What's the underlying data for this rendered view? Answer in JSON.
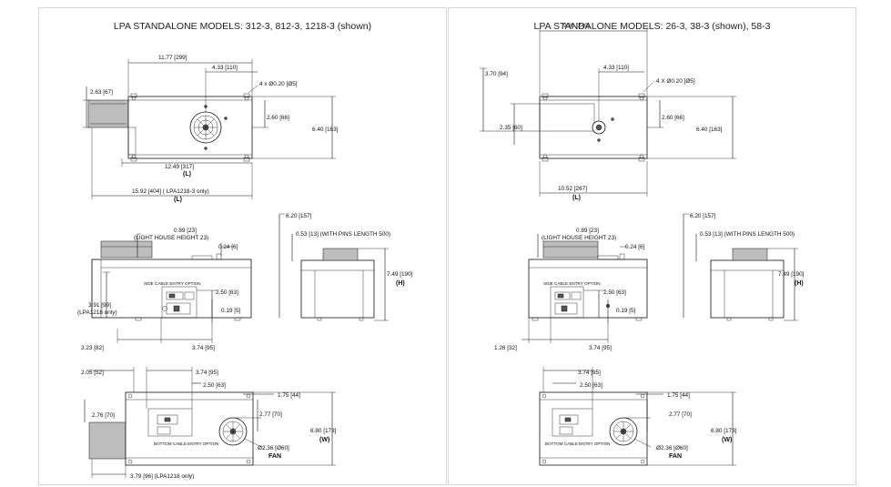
{
  "left": {
    "title": "LPA STANDALONE MODELS: 312-3, 812-3, 1218-3 (shown)",
    "top_view": {
      "width_dim": "11.77 [299]",
      "center_dim": "4.33 [110]",
      "holes": "4 x Ø0.20 [Ø5]",
      "left_dim": "2.63 [67]",
      "right_dim": "2.60 [66]",
      "height_dim": "6.40 [163]",
      "length_dim": "12.49 [317]",
      "length_label": "(L)",
      "overall_dim": "15.92 [404] ( LPA1218-3 only)",
      "overall_label": "(L)"
    },
    "front_view": {
      "lh_dim": "0.89 [23]",
      "lh_note": "(LIGHT HOUSE HEIGHT 23)",
      "top_dim": "0.24 [6]",
      "side_entry": "SIDE CABLE ENTRY OPTION",
      "conn_dim": "2.50 [63]",
      "foot_dim": "0.19 [5]",
      "left_dim": "3.91 [99]",
      "left_note": "(LPA1218 only)",
      "bottom_left": "3.23 [82]",
      "bottom_right": "3.74 [95]"
    },
    "side_view": {
      "top_dim": "6.20 [157]",
      "pins_dim": "0.53 [13] (WITH PINS LENGTH 500)",
      "height_dim": "7.49 [190]",
      "height_label": "(H)"
    },
    "bottom_view": {
      "left_dim": "2.05 [52]",
      "top_dim": "3.74 [95]",
      "mid_dim": "2.50 [63]",
      "right_dim": "1.75 [44]",
      "side_dim": "2.76 [70]",
      "fan_off_dim": "2.77 [70]",
      "height_dim": "6.80 [173]",
      "height_label": "(W)",
      "entry": "BOTTOM CABLE ENTRY OPTION",
      "fan_dim": "Ø2.36 [Ø60]",
      "fan_label": "FAN",
      "bottom_dim": "3.79 [96] (LPA1218 only)"
    }
  },
  "right": {
    "title": "LPA STANDALONE MODELS: 26-3, 38-3 (shown), 58-3",
    "top_view": {
      "width_dim": "9.80 [249]",
      "center_dim": "4.33 [110]",
      "holes": "4 X Ø0.20 [Ø5]",
      "left_dim": "3.70 [94]",
      "inner_dim": "2.35 [60]",
      "right_dim": "2.60 [66]",
      "height_dim": "6.40 [163]",
      "length_dim": "10.52 [267]",
      "length_label": "(L)"
    },
    "front_view": {
      "lh_dim": "0.89 [23]",
      "lh_note": "(LIGHT HOUSE HEIGHT 23)",
      "top_dim": "0.24 [6]",
      "side_entry": "SIDE CABLE ENTRY OPTION",
      "conn_dim": "2.50 [63]",
      "foot_dim": "0.19 [5]",
      "bottom_left": "1.26 [32]",
      "bottom_right": "3.74 [95]"
    },
    "side_view": {
      "top_dim": "6.20 [157]",
      "pins_dim": "0.53 [13] (WITH PINS LENGTH 500)",
      "height_dim": "7.49 [190]",
      "height_label": "(H)"
    },
    "bottom_view": {
      "top_dim": "3.74 [95]",
      "mid_dim": "2.50 [63]",
      "right_dim": "1.75 [44]",
      "fan_off_dim": "2.77 [70]",
      "height_dim": "6.80 [173]",
      "height_label": "(W)",
      "entry": "BOTTOM CABLE ENTRY OPTION",
      "fan_dim": "Ø2.36 [Ø60]",
      "fan_label": "FAN"
    }
  }
}
